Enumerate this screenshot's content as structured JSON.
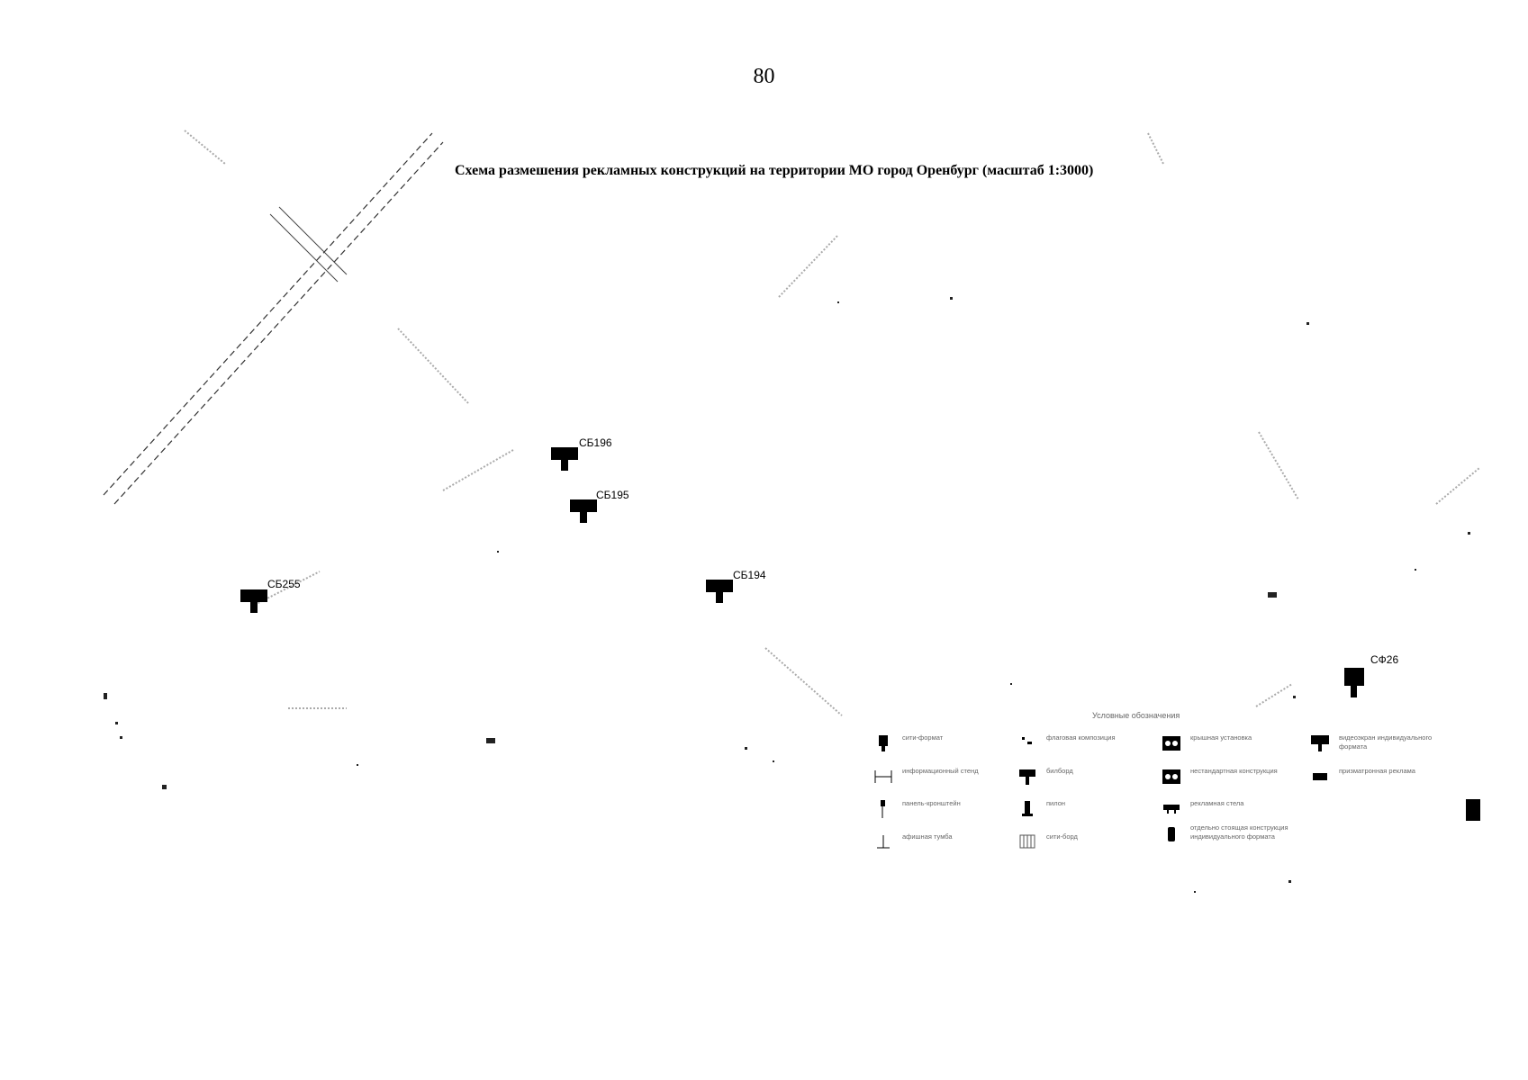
{
  "page": {
    "number": "80"
  },
  "map": {
    "title": "Схема размешения рекламных конструкций на территории МО город Оренбург (масштаб 1:3000)",
    "markers": [
      {
        "id": "СБ196",
        "type": "billboard"
      },
      {
        "id": "СБ195",
        "type": "billboard"
      },
      {
        "id": "СБ255",
        "type": "billboard"
      },
      {
        "id": "СБ194",
        "type": "billboard"
      },
      {
        "id": "СФ26",
        "type": "city-format"
      }
    ]
  },
  "legend": {
    "title": "Условные обозначения",
    "items": [
      {
        "label": "сити-формат",
        "icon": "city-format-icon"
      },
      {
        "label": "флаговая композиция",
        "icon": "flag-composition-icon"
      },
      {
        "label": "крышная установка",
        "icon": "roof-installation-icon"
      },
      {
        "label": "видеоэкран индивидуального формата",
        "icon": "video-screen-icon"
      },
      {
        "label": "информационный стенд",
        "icon": "info-stand-icon"
      },
      {
        "label": "билборд",
        "icon": "billboard-icon"
      },
      {
        "label": "нестандартная конструкция",
        "icon": "nonstandard-construction-icon"
      },
      {
        "label": "призматронная реклама",
        "icon": "prismatron-icon"
      },
      {
        "label": "панель-кронштейн",
        "icon": "bracket-panel-icon"
      },
      {
        "label": "пилон",
        "icon": "pylon-icon"
      },
      {
        "label": "рекламная стела",
        "icon": "stele-icon"
      },
      {
        "label": "афишная тумба",
        "icon": "poster-bollard-icon"
      },
      {
        "label": "сити-борд",
        "icon": "city-board-icon"
      },
      {
        "label": "отдельно стоящая конструкция индивидуального формата",
        "icon": "freestanding-construction-icon"
      }
    ]
  }
}
